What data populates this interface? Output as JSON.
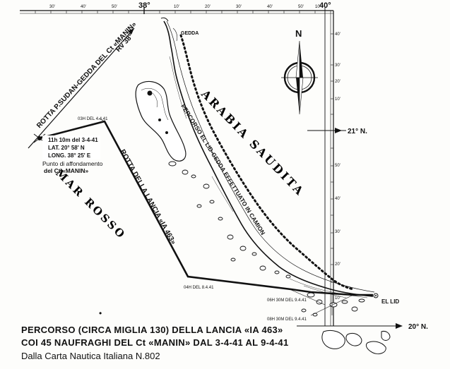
{
  "map": {
    "meridians": {
      "m38": "38°",
      "m40": "40°"
    },
    "top_scale": [
      "30'",
      "40'",
      "50'",
      "10'",
      "20'",
      "30'",
      "40'",
      "50'",
      "10'"
    ],
    "right_scale": [
      "40'",
      "30'",
      "20'",
      "10'",
      "50'",
      "40'",
      "30'",
      "20'",
      "10'"
    ],
    "parallels": {
      "p21": "21° N.",
      "p20": "20° N."
    },
    "compass_letter": "N",
    "places": {
      "gedda": "GEDDA",
      "el_lid": "EL LID"
    },
    "region": {
      "arabia": "ARABIA SAUDITA",
      "mar_rosso": "MAR ROSSO"
    },
    "routes": {
      "sudan_gedda": "ROTTA P.SUDAN-GEDDA DEL Ct «MANIN»",
      "rv": "Rv 38°",
      "lancia": "ROTTA DELLA LANCIA «IA 463»",
      "camion": "PERCORSO EL LID-GEDDA EFFETTUATO IN CAMION"
    },
    "sinking": {
      "time": "11h 10m del 3-4-41",
      "lat": "LAT. 20° 58' N",
      "long": "LONG. 38° 25' E",
      "note_line1": "Punto di affondamento",
      "note_line2": "del Ct «MANIN»"
    },
    "waypoints": {
      "w1": "03H DEL 4.4.41",
      "w2": "04H DEL 8.4.41",
      "w3": "06H 30M DEL 9.4.41",
      "w4": "08H 30M DEL 9.4.41"
    }
  },
  "caption": {
    "line1": "PERCORSO (CIRCA MIGLIA 130) DELLA LANCIA «IA 463»",
    "line2": "COI 45 NAUFRAGHI DEL Ct «MANIN» DAL 3-4-41 AL 9-4-41",
    "line3": "Dalla Carta Nautica Italiana N.802"
  },
  "colors": {
    "ink": "#111111",
    "paper": "#fdfdfb"
  }
}
